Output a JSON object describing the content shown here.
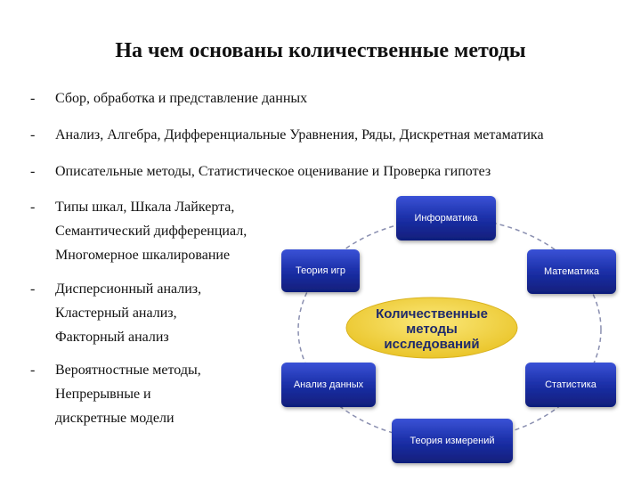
{
  "title": "На чем основаны количественные методы",
  "bullets": [
    {
      "dash": "-",
      "lines": [
        "Сбор, обработка и представление данных"
      ]
    },
    {
      "dash": "-",
      "lines": [
        "Анализ, Алгебра, Дифференциальные Уравнения, Ряды, Дискретная метаматика"
      ]
    },
    {
      "dash": "-",
      "lines": [
        "Описательные методы, Статистическое оценивание и Проверка гипотез"
      ]
    },
    {
      "dash": "-",
      "lines": [
        "Типы шкал, Шкала Лайкерта,",
        "Семантический дифференциал,",
        "Многомерное шкалирование"
      ]
    },
    {
      "dash": "-",
      "lines": [
        "Дисперсионный анализ,",
        "Кластерный анализ,",
        "Факторный анализ"
      ]
    },
    {
      "dash": "-",
      "lines": [
        "Вероятностные методы,",
        "Непрерывные и",
        "дискретные модели"
      ]
    }
  ],
  "diagram": {
    "center": [
      "Количественные",
      "методы",
      "исследований"
    ],
    "nodes": {
      "informatika": "Информатика",
      "teoriya_igr": "Теория игр",
      "matematika": "Математика",
      "analiz_dannyh": "Анализ данных",
      "statistika": "Статистика",
      "teoriya_izmereniy": "Теория измерений"
    },
    "colors": {
      "node": "#1b2fa8",
      "center": "#f2d53c",
      "ring": "#8a8fb0"
    }
  }
}
